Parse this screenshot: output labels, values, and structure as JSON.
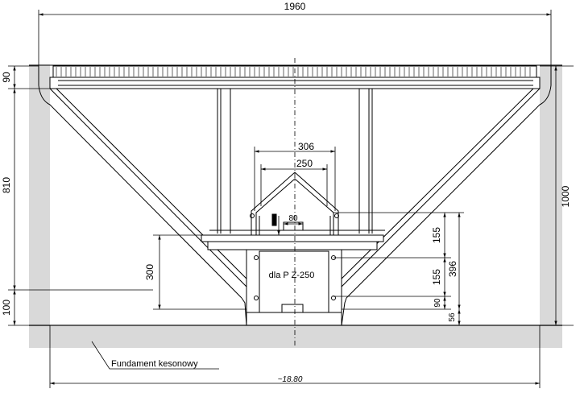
{
  "dimensions": {
    "overall_top_width": "1960",
    "deck_height": "90",
    "hopper_height": "810",
    "base_height": "100",
    "total_height": "1000",
    "inner_top_width": "306",
    "inner_width": "250",
    "opening": "80",
    "support_height": "300",
    "right_156_upper": "155",
    "right_156_lower": "155",
    "right_396": "396",
    "right_90": "90",
    "right_56": "56",
    "base_width": "~18.80"
  },
  "labels": {
    "machine": "dla P Z-250",
    "foundation": "Fundament kesonowy"
  },
  "colors": {
    "line": "#000000",
    "ground": "#d9d9d9"
  }
}
